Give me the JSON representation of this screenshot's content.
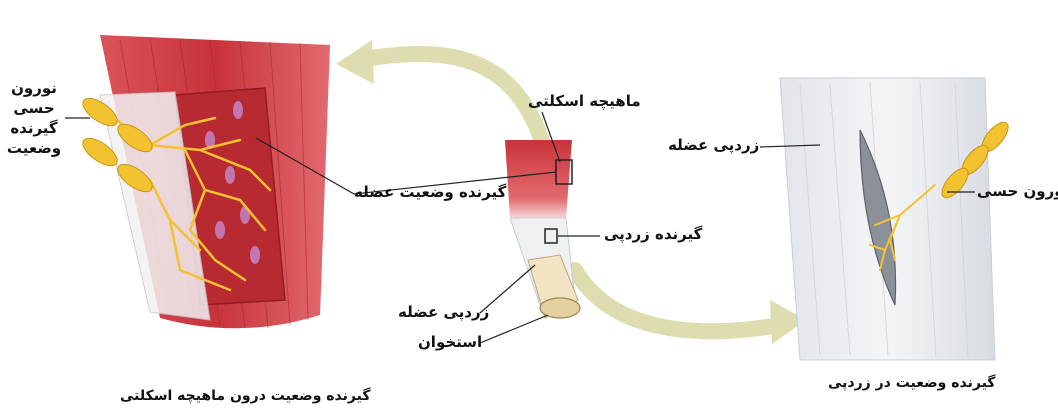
{
  "labels": {
    "sensory_neuron_position_receptor": [
      "نورون",
      "حسی",
      "گیرنده",
      "وضعیت"
    ],
    "skeletal_muscle": "ماهیچه اسکلتی",
    "muscle_position_receptor": "گیرنده وضعیت عضله",
    "tendon_receptor": "گیرنده زردپی",
    "muscle_tendon_center": "زردپی عضله",
    "bone": "استخوان",
    "muscle_tendon_right": "زردپی عضله",
    "sensory_neuron": "نورون حسی",
    "caption_left": "گیرنده وضعیت درون ماهیچه اسکلتی",
    "caption_right": "گیرنده وضعیت در زردپی"
  },
  "colors": {
    "muscle": "#c8333a",
    "muscle_light": "#e0666a",
    "nerve": "#f2c230",
    "arrow": "#ddddb0",
    "tendon": "#e9ebee",
    "bone": "#f2e4c2"
  }
}
